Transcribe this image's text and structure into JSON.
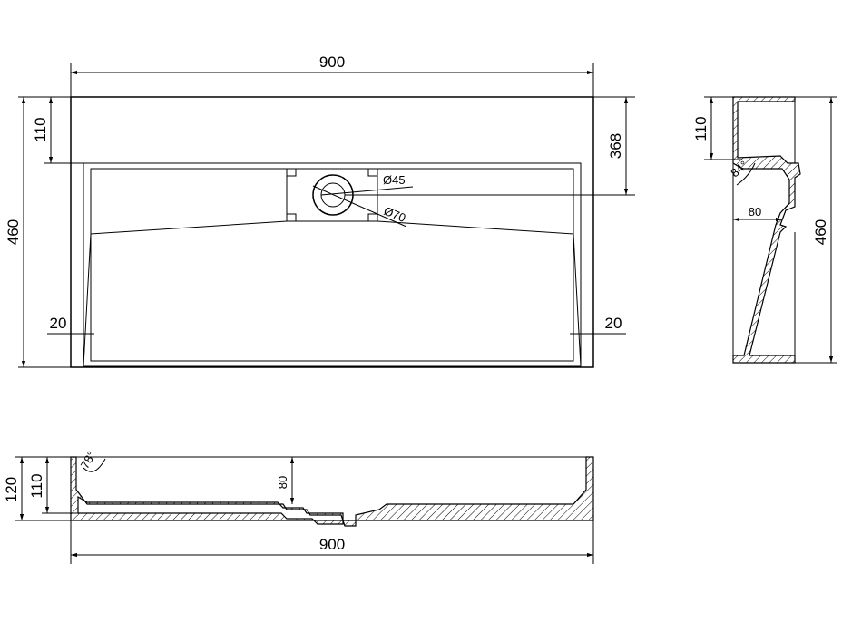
{
  "top_view": {
    "width": "900",
    "height": "460",
    "rim": "110",
    "drain_offset": "368",
    "drain_inner_diameter": "Ø45",
    "drain_outer_diameter": "Ø70",
    "wall_left": "20",
    "wall_right": "20"
  },
  "side_view": {
    "rim": "110",
    "angle": "84°",
    "depth": "80",
    "height": "460"
  },
  "front_view": {
    "total_height": "120",
    "rim": "110",
    "angle": "78°",
    "depth": "80",
    "width": "900"
  }
}
